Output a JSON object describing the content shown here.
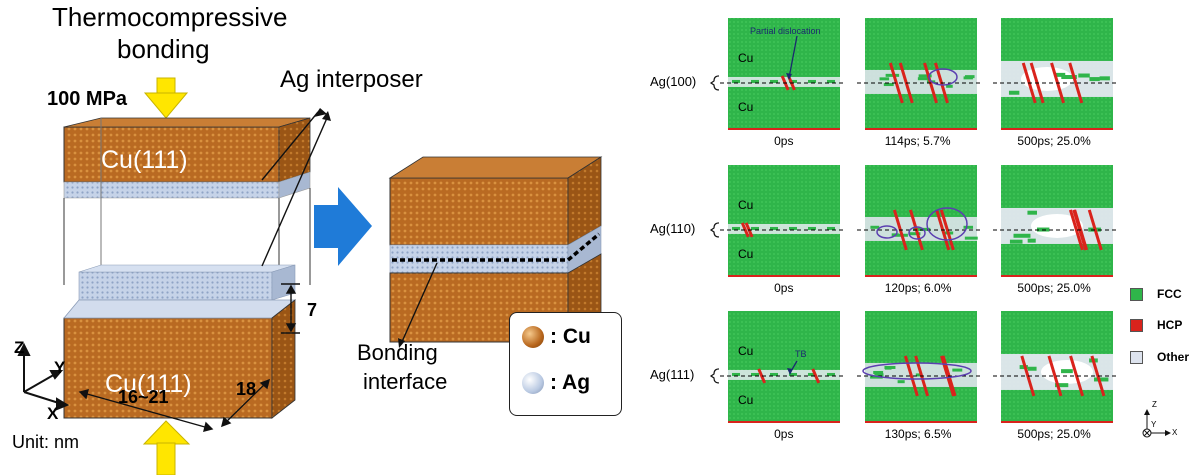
{
  "left_schematic": {
    "title_line1": "Thermocompressive",
    "title_line2": "bonding",
    "pressure": "100 MPa",
    "interposer_label": "Ag interposer",
    "top_block_label": "Cu(111)",
    "bottom_block_label": "Cu(111)",
    "dim_gap": "7",
    "dim_width": "16~21",
    "dim_depth": "18",
    "axis_z": "Z",
    "axis_y": "Y",
    "axis_x": "X",
    "unit": "Unit: nm"
  },
  "right_schematic": {
    "bonding_label_line1": "Bonding",
    "bonding_label_line2": "interface"
  },
  "atom_legend": {
    "cu": ": Cu",
    "ag": ": Ag"
  },
  "colors": {
    "cu": "#b8661c",
    "ag": "#c9d6ea",
    "arrow_yellow": "#ffe600",
    "arrow_blue": "#1f7bd8",
    "fcc": "#2fb54a",
    "hcp": "#d9231c",
    "other": "#dde3ee"
  },
  "simulation": {
    "cu_label": "Cu",
    "rows": [
      {
        "orientation": "Ag(100)",
        "annotation": "Partial dislocation",
        "captions": [
          "0ps",
          "114ps; 5.7%",
          "500ps; 25.0%"
        ]
      },
      {
        "orientation": "Ag(110)",
        "annotation": "",
        "captions": [
          "0ps",
          "120ps; 6.0%",
          "500ps; 25.0%"
        ]
      },
      {
        "orientation": "Ag(111)",
        "annotation": "TB",
        "captions": [
          "0ps",
          "130ps; 6.5%",
          "500ps; 25.0%"
        ]
      }
    ]
  },
  "structure_legend": {
    "fcc": "FCC",
    "hcp": "HCP",
    "other": "Other"
  },
  "sim_axes": {
    "z": "Z",
    "y": "Y",
    "x": "X"
  }
}
